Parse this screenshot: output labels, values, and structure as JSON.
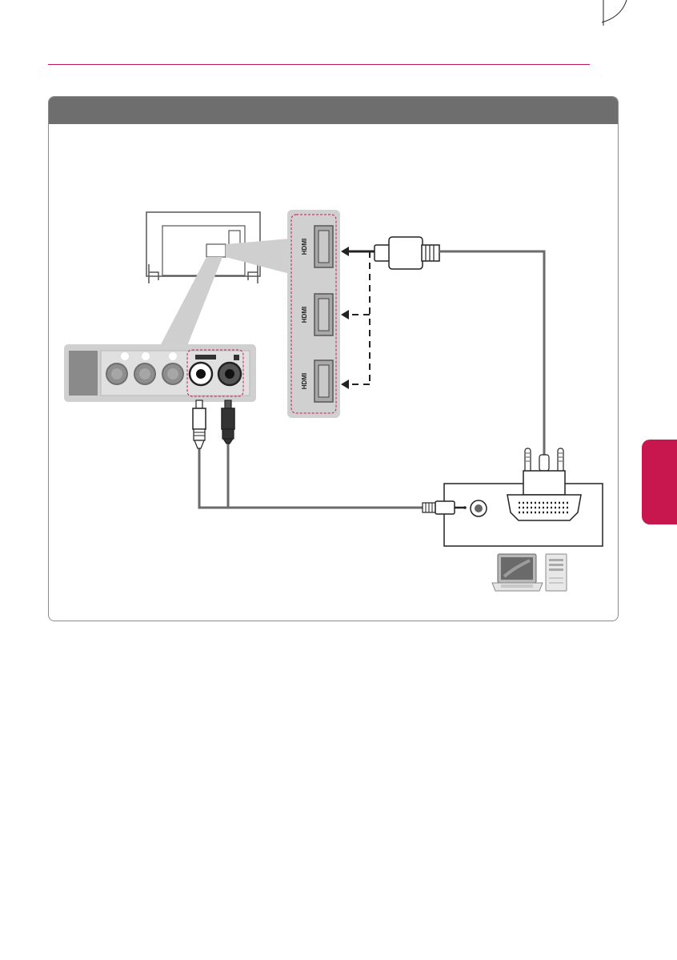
{
  "page": {
    "accent_color": "#c8174f",
    "panel_header_color": "#6e6e6e",
    "header_text": "",
    "side_tab_text": ""
  },
  "diagram": {
    "hdmi_ports": [
      {
        "label": "HDMI"
      },
      {
        "label": "HDMI"
      },
      {
        "label": "HDMI"
      }
    ],
    "connectors": {
      "tv_side": "audio-rca-pair",
      "pc_side": "dvi-and-audio-jack"
    },
    "icons": [
      "tv-rear-icon",
      "laptop-icon",
      "desktop-tower-icon"
    ]
  }
}
